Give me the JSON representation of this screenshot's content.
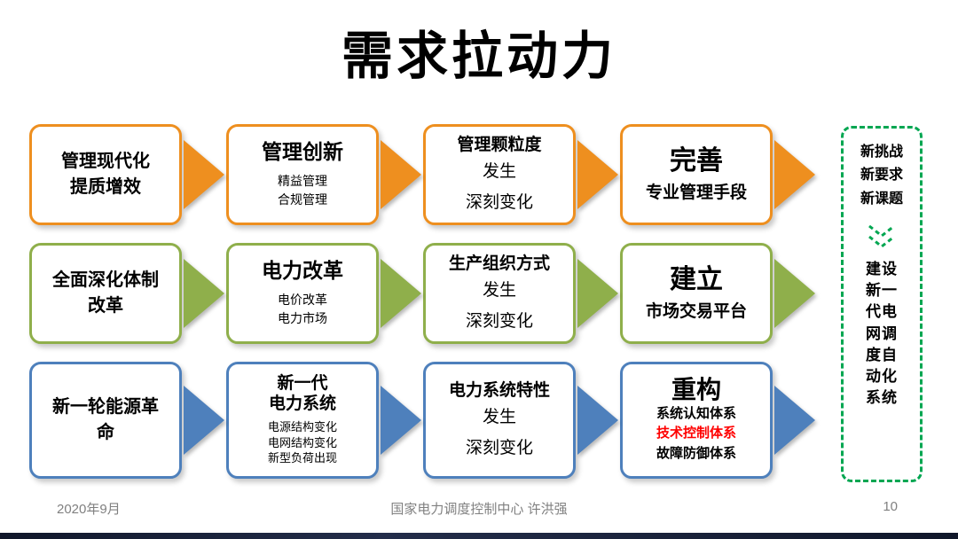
{
  "title": "需求拉动力",
  "rows": [
    {
      "theme_color": "#EE8F1F",
      "source": "管理现代化\n提质增效",
      "driver_title": "管理创新",
      "driver_sub": "精益管理\n合规管理",
      "change_title": "管理颗粒度",
      "change_body": "发生\n深刻变化",
      "result_title": "完善",
      "result_sub": "专业管理手段"
    },
    {
      "theme_color": "#8FAF4B",
      "source": "全面深化体制\n改革",
      "driver_title": "电力改革",
      "driver_sub": "电价改革\n电力市场",
      "change_title": "生产组织方式",
      "change_body": "发生\n深刻变化",
      "result_title": "建立",
      "result_sub": "市场交易平台"
    },
    {
      "theme_color": "#4E80BC",
      "source": "新一轮能源革\n命",
      "driver_title": "新一代\n电力系统",
      "driver_sub": "电源结构变化\n电网结构变化\n新型负荷出现",
      "change_title": "电力系统特性",
      "change_body": "发生\n深刻变化",
      "result_title": "重构",
      "result_sub_items": [
        {
          "text": "系统认知体系",
          "color": "#000000"
        },
        {
          "text": "技术控制体系",
          "color": "#FF0000"
        },
        {
          "text": "故障防御体系",
          "color": "#000000"
        }
      ]
    }
  ],
  "sidebar": {
    "border_color": "#00A651",
    "top": "新挑战\n新要求\n新课题",
    "bottom": "建设新一代电网调度自动化系统"
  },
  "footer": {
    "date": "2020年9月",
    "center": "国家电力调度控制中心 许洪强",
    "page": "10"
  }
}
